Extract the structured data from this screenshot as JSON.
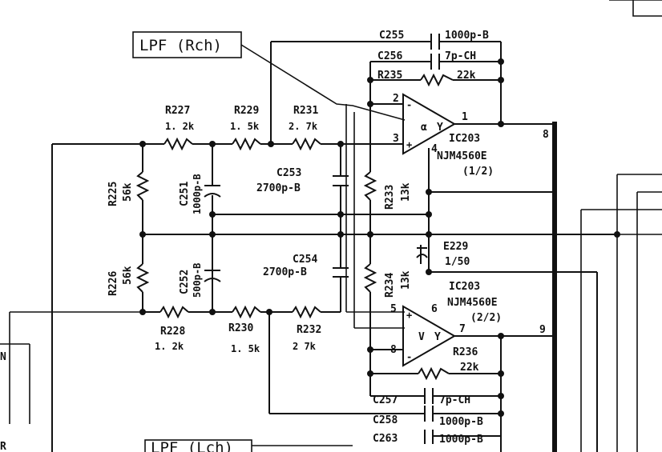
{
  "title_rch": "LPF (Rch)",
  "title_lch": "LPF (Lch)",
  "components": {
    "R227": {
      "ref": "R227",
      "val": "1. 2k"
    },
    "R229": {
      "ref": "R229",
      "val": "1. 5k"
    },
    "R231": {
      "ref": "R231",
      "val": "2. 7k"
    },
    "R225": {
      "ref": "R225",
      "val": "56k"
    },
    "C251": {
      "ref": "C251",
      "val": "1000p-B"
    },
    "C253": {
      "ref": "C253",
      "val": "2700p-B"
    },
    "R233": {
      "ref": "R233",
      "val": "13k"
    },
    "IC203a": {
      "ref": "IC203",
      "part": "NJM4560E",
      "unit": "(1/2)"
    },
    "C255": {
      "ref": "C255",
      "val": "1000p-B"
    },
    "C256": {
      "ref": "C256",
      "val": "7p-CH"
    },
    "R235": {
      "ref": "R235",
      "val": "22k"
    },
    "E229": {
      "ref": "E229",
      "val": "1/50"
    },
    "R226": {
      "ref": "R226",
      "val": "56k"
    },
    "C252": {
      "ref": "C252",
      "val": "500p-B"
    },
    "C254": {
      "ref": "C254",
      "val": "2700p-B"
    },
    "R234": {
      "ref": "R234",
      "val": "13k"
    },
    "IC203b": {
      "ref": "IC203",
      "part": "NJM4560E",
      "unit": "(2/2)"
    },
    "R228": {
      "ref": "R228",
      "val": "1. 2k"
    },
    "R230": {
      "ref": "R230",
      "val": "1. 5k"
    },
    "R232": {
      "ref": "R232",
      "val": "2 7k"
    },
    "R236": {
      "ref": "R236",
      "val": "22k"
    },
    "C257": {
      "ref": "C257",
      "val": "7p-CH"
    },
    "C258": {
      "ref": "C258",
      "val": "1000p-B"
    },
    "C263": {
      "ref": "C263",
      "val": "1000p-B"
    }
  },
  "pins": {
    "p1": "1",
    "p2": "2",
    "p3": "3",
    "p4": "4",
    "p5": "5",
    "p6": "6",
    "p7": "7",
    "p8": "8",
    "p9": "9"
  },
  "edge": {
    "left_n": "N",
    "left_r": "R"
  }
}
